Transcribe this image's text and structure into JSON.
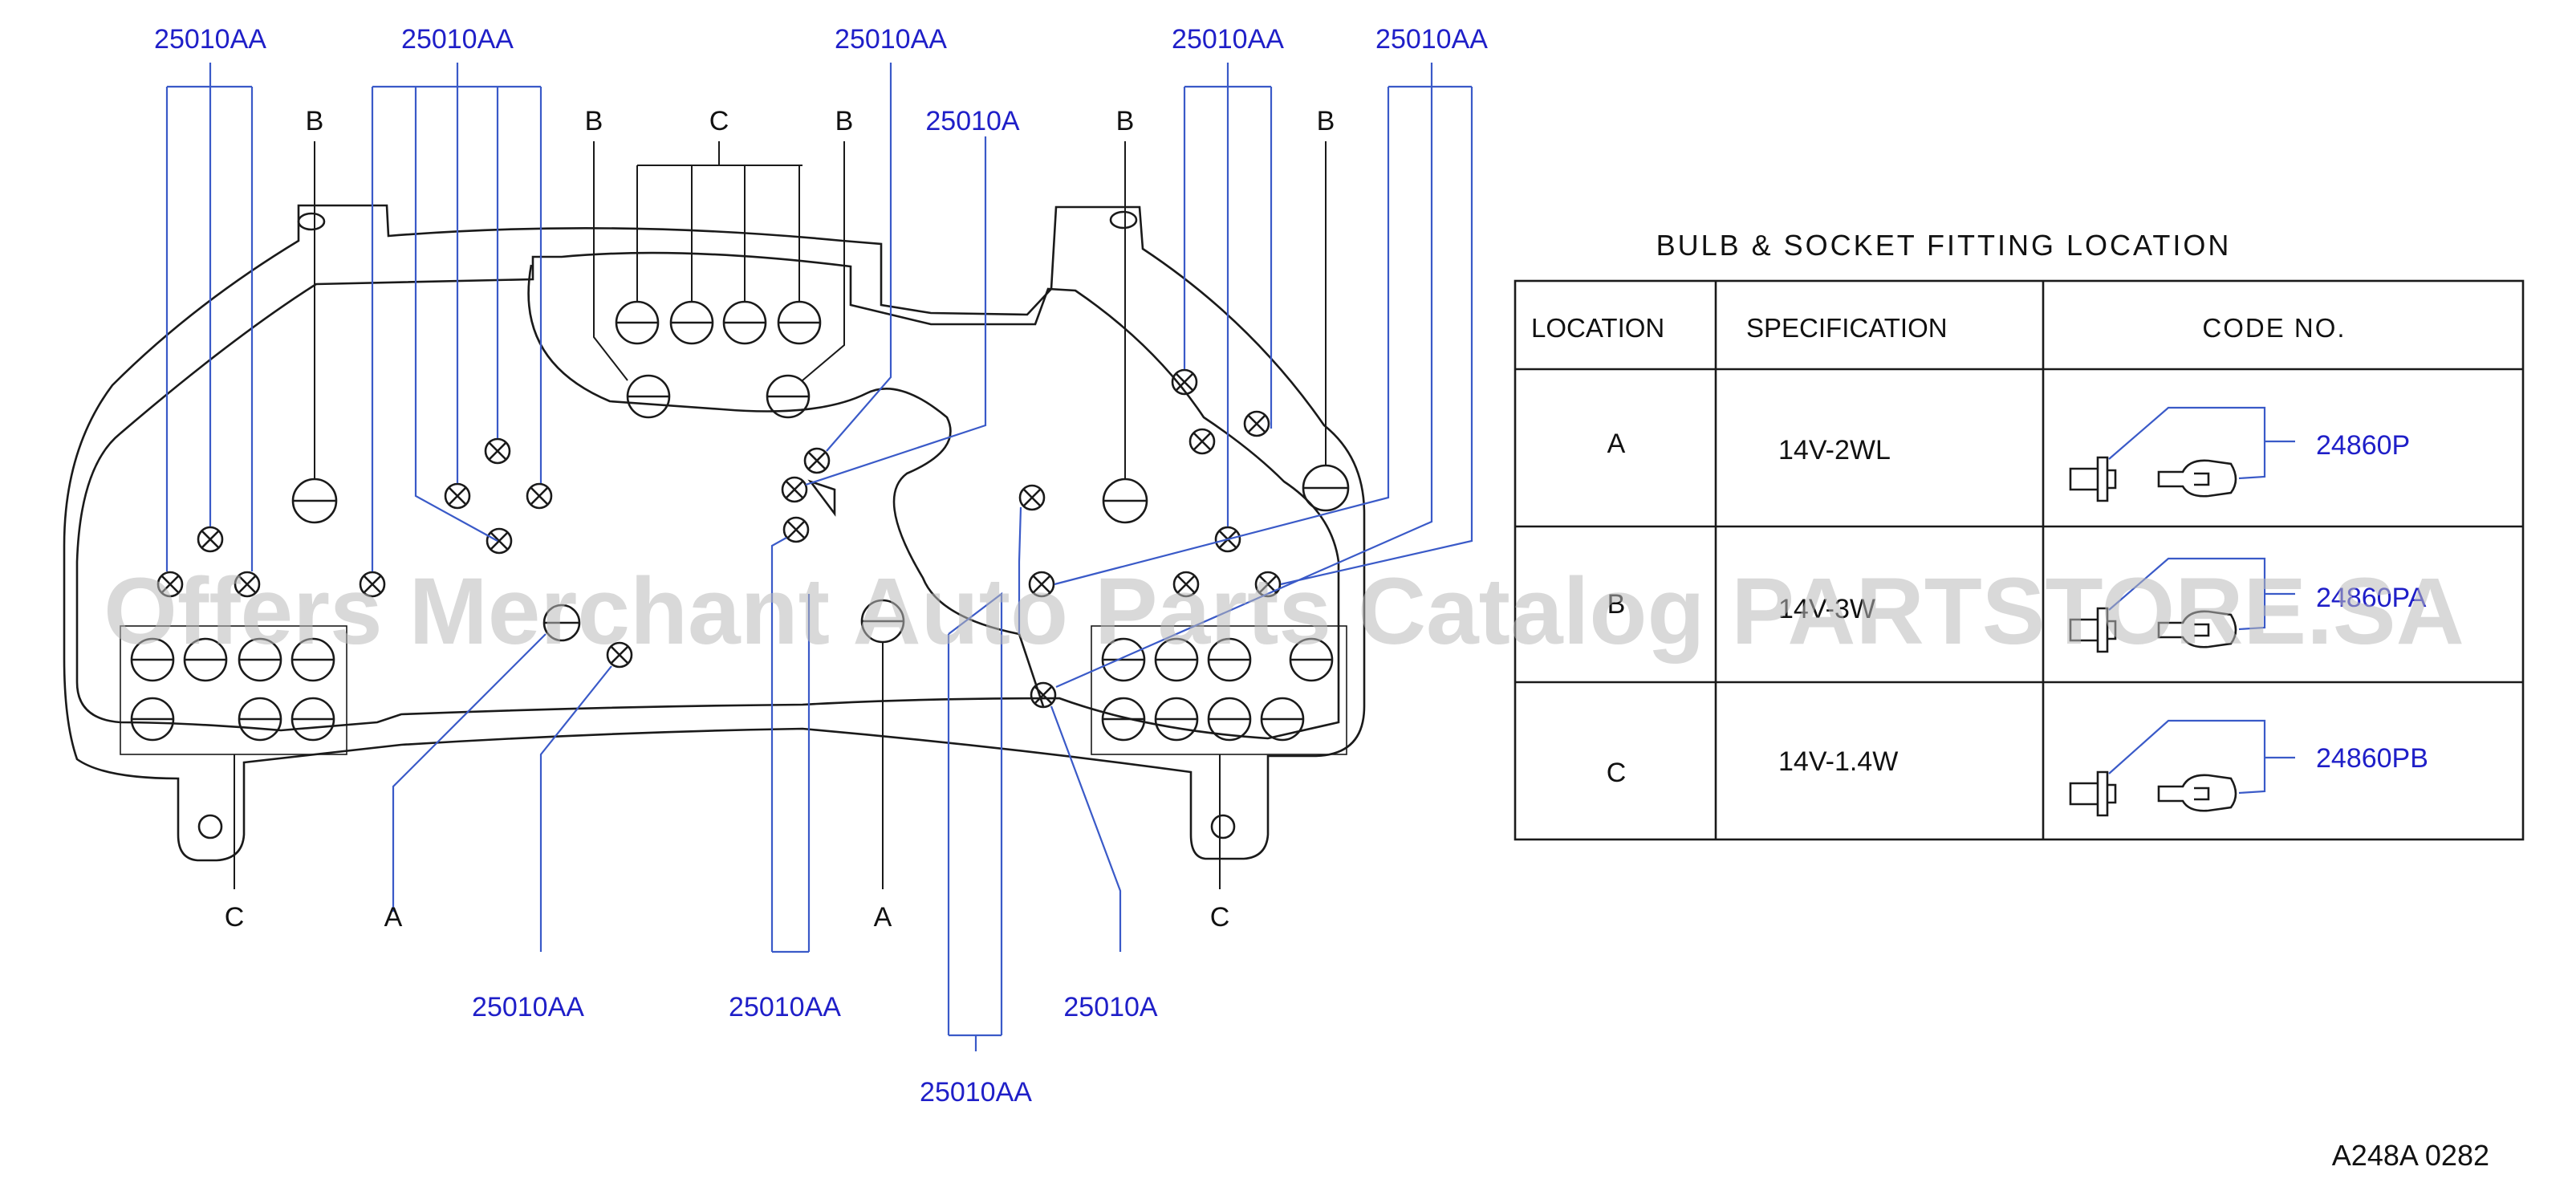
{
  "labels": {
    "top_part_1": "25010AA",
    "top_part_2": "25010AA",
    "top_part_3": "25010AA",
    "top_part_4": "25010AA",
    "top_part_5": "25010AA",
    "top_part_a": "25010A",
    "loc_b1": "B",
    "loc_b2": "B",
    "loc_c_top": "C",
    "loc_b3": "B",
    "loc_b4": "B",
    "loc_b5": "B",
    "bottom_c1": "C",
    "bottom_a1": "A",
    "bottom_a2": "A",
    "bottom_c2": "C",
    "bottom_part_1": "25010AA",
    "bottom_part_2": "25010AA",
    "bottom_part_3": "25010A",
    "bottom_part_4": "25010AA"
  },
  "table": {
    "title": "BULB & SOCKET FITTING LOCATION",
    "headers": [
      "LOCATION",
      "SPECIFICATION",
      "CODE NO."
    ],
    "rows": [
      {
        "location": "A",
        "spec": "14V-2WL",
        "code": "24860P"
      },
      {
        "location": "B",
        "spec": "14V-3W",
        "code": "24860PA"
      },
      {
        "location": "C",
        "spec": "14V-1.4W",
        "code": "24860PB"
      }
    ]
  },
  "diagram_id": "A248A 0282",
  "watermark": "Offers Merchant Auto Parts Catalog PARTSTORE.SA",
  "colors": {
    "part_number": "#1f1fc8",
    "leader_line": "#3a5ac8",
    "outline": "#1a1a1a"
  }
}
